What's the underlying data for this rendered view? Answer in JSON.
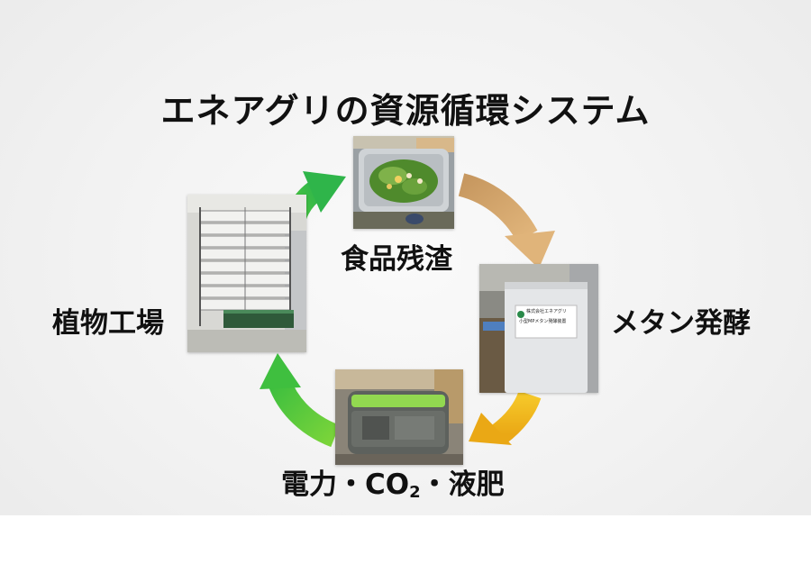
{
  "title": "エネアグリの資源循環システム",
  "nodes": {
    "food_waste": {
      "label": "食品残渣",
      "photo": "food-waste-photo"
    },
    "methane": {
      "label": "メタン発酵",
      "photo": "methane-tank-photo"
    },
    "outputs": {
      "label_pre": "電力・CO",
      "label_sub": "2",
      "label_post": "・液肥",
      "photo": "generator-photo"
    },
    "plant_factory": {
      "label": "植物工場",
      "photo": "plant-rack-photo"
    }
  },
  "tank_sign": {
    "line1": "株式会社エネアグリ",
    "line2": "小型MPメタン発酵装置"
  },
  "colors": {
    "arrow_green": "#3fbf3f",
    "arrow_tan": "#d5a36a",
    "arrow_yellow": "#f0b81c"
  }
}
